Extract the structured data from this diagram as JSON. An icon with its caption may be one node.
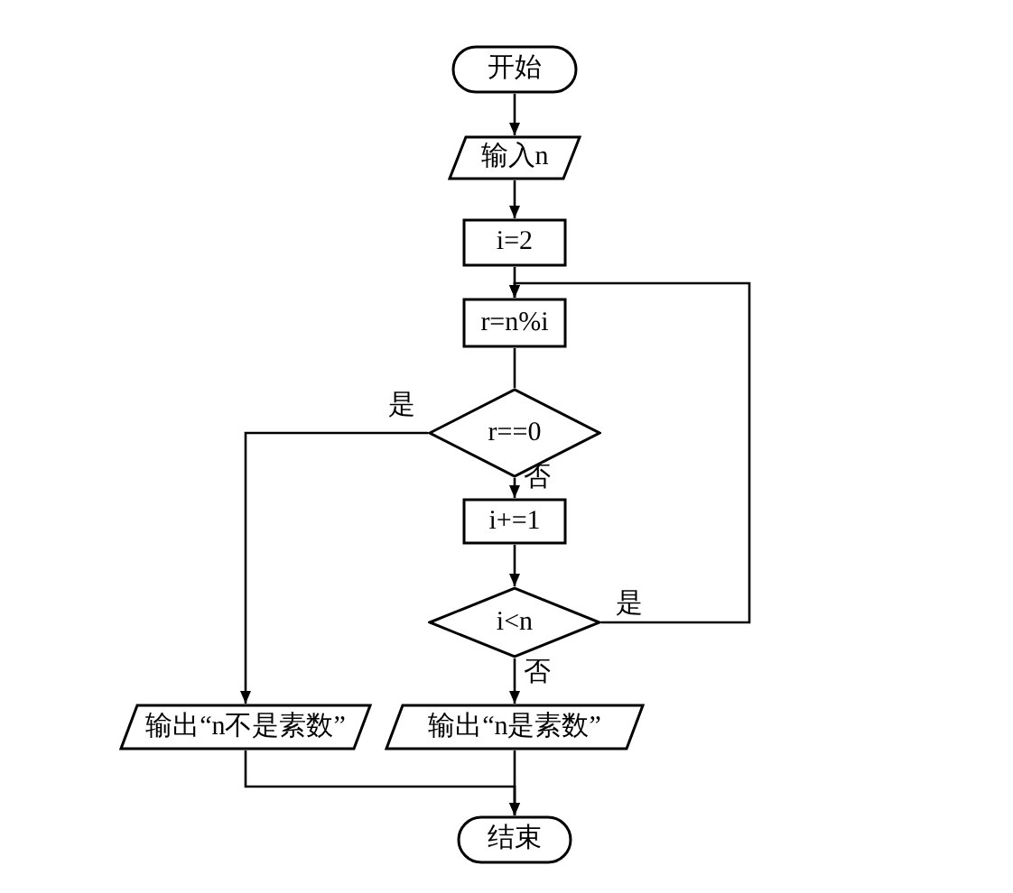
{
  "diagram": {
    "nodes": [
      {
        "text": [
          "开始"
        ]
      },
      {
        "text": [
          "输入n"
        ]
      },
      {
        "text": [
          "i=2"
        ]
      },
      {
        "text": [
          "r=n%i"
        ]
      },
      {
        "text": [
          "r==0"
        ]
      },
      {
        "text": [
          "i+=1"
        ]
      },
      {
        "text": [
          "i<n"
        ]
      },
      {
        "text": [
          "输出“n不是素数”"
        ]
      },
      {
        "text": [
          "输出“n是素数”"
        ]
      },
      {
        "text": [
          "结束"
        ]
      }
    ],
    "edges": [
      {
        "from": 0,
        "to": 1,
        "arrow": "to"
      },
      {
        "from": 1,
        "to": 2,
        "arrow": "to"
      },
      {
        "from": 2,
        "to": 3,
        "arrow": "to"
      },
      {
        "from": 3,
        "to": 4,
        "arrow": "none"
      },
      {
        "from": 4,
        "to": 7,
        "arrow": "to",
        "label": "是"
      },
      {
        "from": 4,
        "to": 5,
        "arrow": "to",
        "label": "否"
      },
      {
        "from": 5,
        "to": 6,
        "arrow": "to"
      },
      {
        "from": 6,
        "to": 3,
        "arrow": "to",
        "label": "是"
      },
      {
        "from": 6,
        "to": 8,
        "arrow": "to",
        "label": "否"
      },
      {
        "from": 7,
        "to": 9,
        "arrow": "to"
      },
      {
        "from": 8,
        "to": 9,
        "arrow": "to"
      }
    ]
  }
}
